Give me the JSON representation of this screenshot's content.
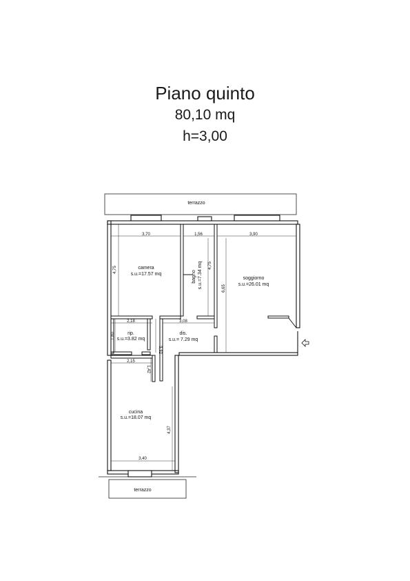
{
  "header": {
    "title": "Piano quinto",
    "area": "80,10 mq",
    "height": "h=3,00"
  },
  "terraces": {
    "top": "terrazzo",
    "bottom": "terrazzo"
  },
  "rooms": {
    "camera": {
      "name": "camera",
      "area": "s.u.=17.57 mq"
    },
    "bagno": {
      "name": "bagno",
      "area": "s.u.=7.34 mq"
    },
    "soggiorno": {
      "name": "soggiorno",
      "area": "s.u.=26.01 mq"
    },
    "rip": {
      "name": "rip.",
      "area": "s.u.=3.82 mq"
    },
    "dis": {
      "name": "dis.",
      "area": "s.u.= 7.29 mq"
    },
    "cucina": {
      "name": "cucina",
      "area": "s.u.=18.07 mq"
    }
  },
  "dimensions": {
    "camera_width": "3,70",
    "camera_depth": "4,75",
    "bagno_width": "1,56",
    "bagno_depth": "4,75",
    "soggiorno_width": "3,90",
    "soggiorno_depth": "6,65",
    "rip_width": "2,18",
    "corridor_width": "3,08",
    "rip_depth": "1,80",
    "dis_depth": "3,32",
    "cucina_top_width": "2,15",
    "cucina_niche": "1,42",
    "cucina_depth": "4,37",
    "cucina_width": "3,40"
  },
  "entrance_icon": "entrance-arrow-icon"
}
